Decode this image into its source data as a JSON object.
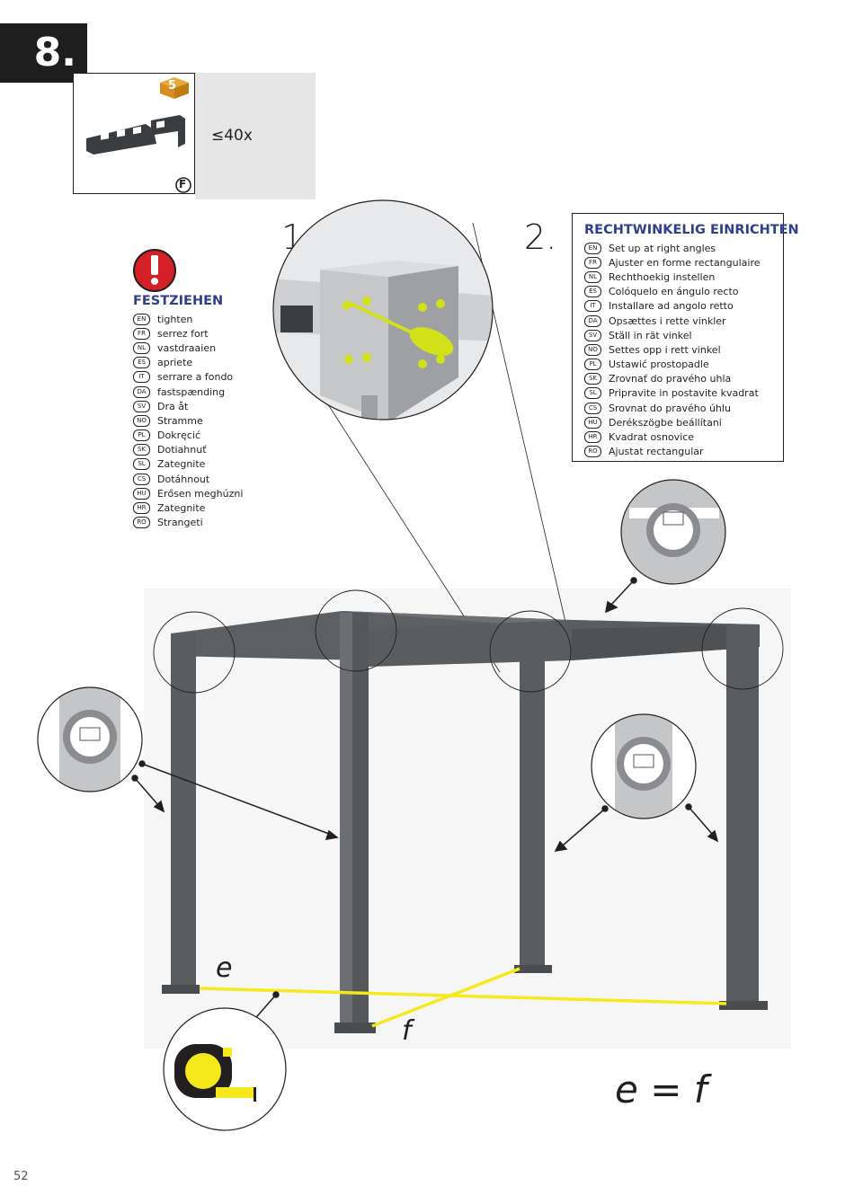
{
  "step": {
    "number": "8."
  },
  "part": {
    "box_number": "5",
    "label": "F",
    "quantity": "≤40x",
    "icon": "corner-bracket-icon"
  },
  "sub_steps": {
    "one": "1.",
    "two": "2."
  },
  "festziehen": {
    "heading": "FESTZIEHEN",
    "icon": "warning-icon",
    "items": [
      {
        "code": "EN",
        "text": "tighten"
      },
      {
        "code": "FR",
        "text": "serrez fort"
      },
      {
        "code": "NL",
        "text": "vastdraaien"
      },
      {
        "code": "ES",
        "text": "apriete"
      },
      {
        "code": "IT",
        "text": "serrare a fondo"
      },
      {
        "code": "DA",
        "text": "fastspænding"
      },
      {
        "code": "SV",
        "text": "Dra åt"
      },
      {
        "code": "NO",
        "text": "Stramme"
      },
      {
        "code": "PL",
        "text": "Dokręcić"
      },
      {
        "code": "SK",
        "text": "Dotiahnuť"
      },
      {
        "code": "SL",
        "text": "Zategnite"
      },
      {
        "code": "CS",
        "text": "Dotáhnout"
      },
      {
        "code": "HU",
        "text": "Erősen meghúzni"
      },
      {
        "code": "HR",
        "text": "Zategnite"
      },
      {
        "code": "RO",
        "text": "Strangeti"
      }
    ]
  },
  "rechtwinkelig": {
    "heading": "RECHTWINKELIG EINRICHTEN",
    "items": [
      {
        "code": "EN",
        "text": "Set up at right angles"
      },
      {
        "code": "FR",
        "text": "Ajuster en forme rectangulaire"
      },
      {
        "code": "NL",
        "text": "Rechthoekig instellen"
      },
      {
        "code": "ES",
        "text": "Colóquelo en ángulo recto"
      },
      {
        "code": "IT",
        "text": "Installare ad angolo retto"
      },
      {
        "code": "DA",
        "text": "Opsættes i rette vinkler"
      },
      {
        "code": "SV",
        "text": "Ställ in rät vinkel"
      },
      {
        "code": "NO",
        "text": "Settes opp i rett vinkel"
      },
      {
        "code": "PL",
        "text": "Ustawić prostopadle"
      },
      {
        "code": "SK",
        "text": "Zrovnať do pravého uhla"
      },
      {
        "code": "SL",
        "text": "Pripravite in postavite kvadrat"
      },
      {
        "code": "CS",
        "text": "Srovnat do pravého úhlu"
      },
      {
        "code": "HU",
        "text": "Derékszögbe beállítani"
      },
      {
        "code": "HR",
        "text": "Kvadrat osnovice"
      },
      {
        "code": "RO",
        "text": "Ajustat rectangular"
      }
    ]
  },
  "diagram": {
    "label_e": "e",
    "label_f": "f",
    "formula": "e = f",
    "level_icon": "spirit-level-icon",
    "tape_icon": "tape-measure-icon",
    "screwdriver_icon": "screwdriver-icon",
    "frame_color": "#5d6063",
    "measure_color": "#f5e81d"
  },
  "page": {
    "number": "52"
  }
}
